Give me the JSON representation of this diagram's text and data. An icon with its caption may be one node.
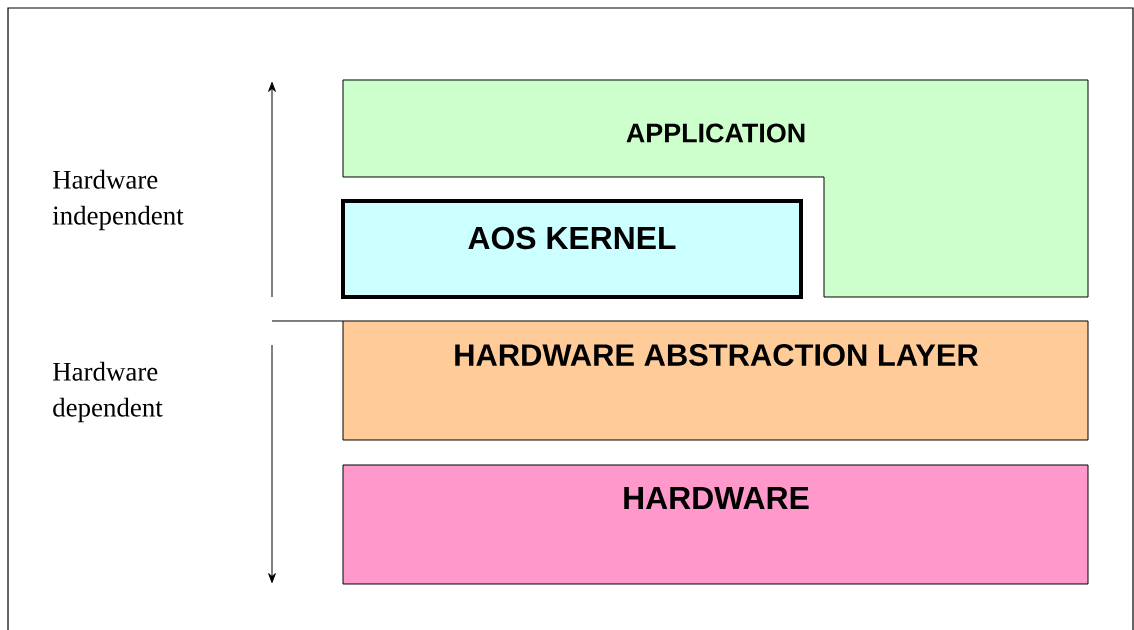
{
  "diagram": {
    "nodes": [
      {
        "text": [
          "APPLICATION"
        ]
      },
      {
        "text": [
          "AOS KERNEL"
        ]
      },
      {
        "text": [
          "HARDWARE ABSTRACTION LAYER"
        ]
      },
      {
        "text": [
          "HARDWARE"
        ]
      }
    ],
    "labels": [
      "Hardware independent",
      "Hardware dependent"
    ]
  }
}
